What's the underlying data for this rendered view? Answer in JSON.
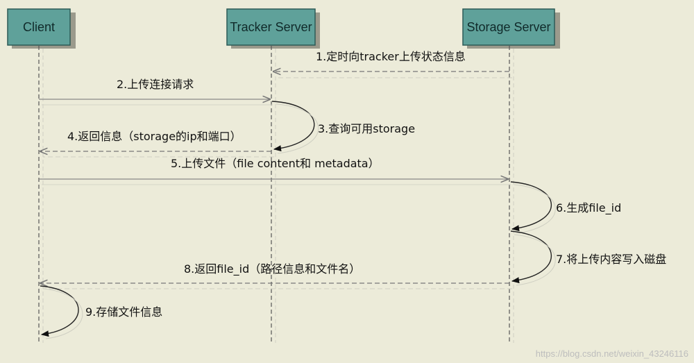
{
  "actors": {
    "client": "Client",
    "tracker": "Tracker Server",
    "storage": "Storage Server"
  },
  "messages": {
    "m1": "1.定时向tracker上传状态信息",
    "m2": "2.上传连接请求",
    "m3": "3.查询可用storage",
    "m4": "4.返回信息（storage的ip和端口）",
    "m5": "5.上传文件（file content和 metadata）",
    "m6": "6.生成file_id",
    "m7": "7.将上传内容写入磁盘",
    "m8": "8.返回file_id（路径信息和文件名）",
    "m9": "9.存储文件信息"
  },
  "watermark": "https://blog.csdn.net/weixin_43246116",
  "colors": {
    "background": "#ecebd9",
    "actor_fill": "#5fa19a",
    "actor_border": "#2d5a56",
    "line": "#666666",
    "arrowhead": "#111111"
  }
}
